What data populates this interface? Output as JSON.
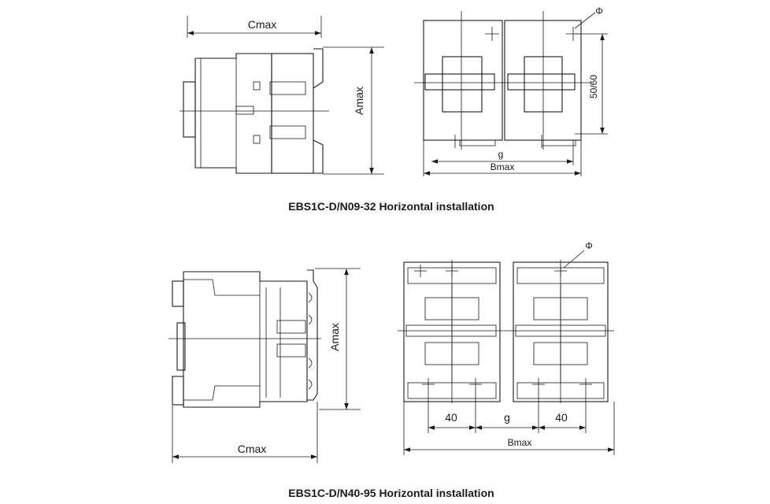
{
  "top": {
    "caption": "EBS1C-D/N09-32 Horizontal installation",
    "side_view": {
      "cmax_label": "Cmax",
      "amax_label": "Amax"
    },
    "front_view": {
      "phi_label": "Φ",
      "spacing_label": "50/60",
      "g_label": "g",
      "bmax_label": "Bmax"
    }
  },
  "bottom": {
    "caption": "EBS1C-D/N40-95 Horizontal installation",
    "side_view": {
      "cmax_label": "Cmax",
      "amax_label": "Amax"
    },
    "front_view": {
      "phi_label": "Φ",
      "left_dim_label": "40",
      "g_label": "g",
      "right_dim_label": "40",
      "bmax_label": "Bmax"
    }
  }
}
